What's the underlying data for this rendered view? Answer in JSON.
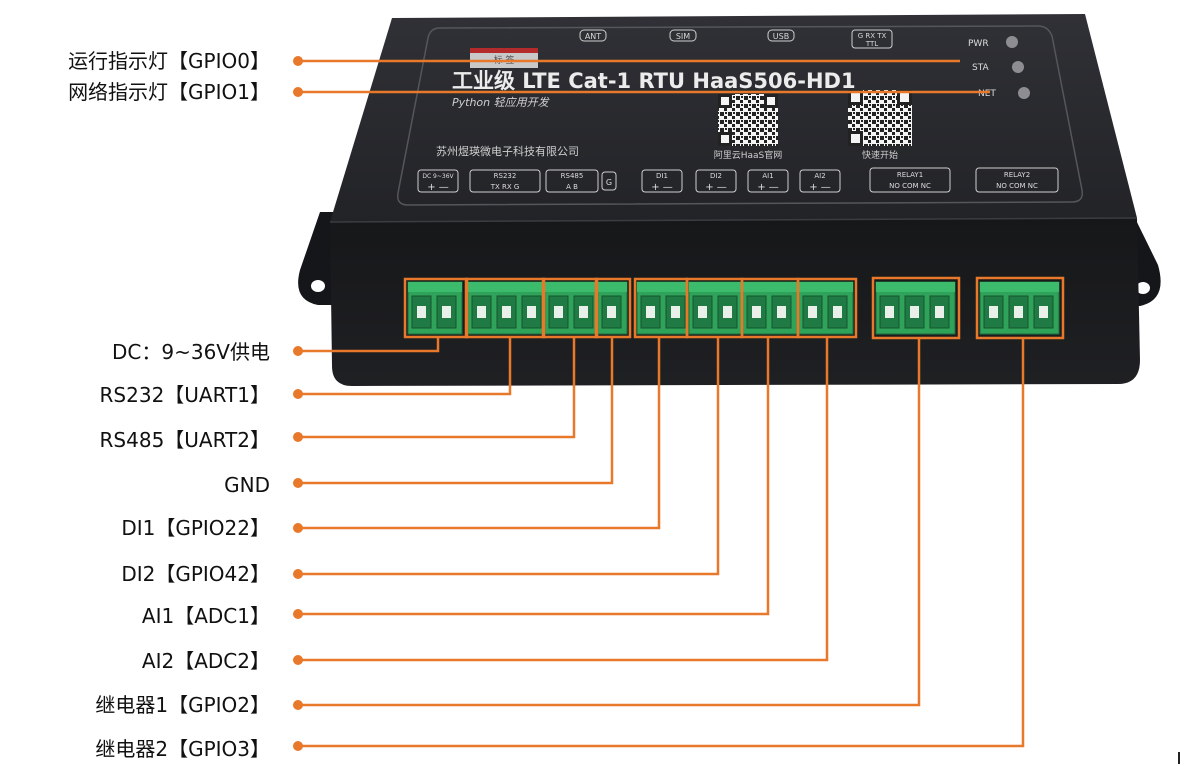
{
  "device": {
    "product_name": "工业级 LTE Cat-1 RTU HaaS506-HD1",
    "subtitle": "Python 轻应用开发",
    "manufacturer": "苏州煜瑛微电子科技有限公司",
    "qr_labels": [
      "阿里云HaaS官网",
      "快速开始"
    ],
    "small_sticker": "标 签",
    "top_ports": [
      "ANT",
      "SIM",
      "USB"
    ],
    "ttl_port": {
      "pins": "G  RX  TX",
      "name": "TTL"
    },
    "status_leds": [
      "PWR",
      "STA",
      "NET"
    ],
    "terminal_groups": [
      {
        "name": "DC 9~36V",
        "pins": "+  —"
      },
      {
        "name": "RS232",
        "pins": "TX  RX  G"
      },
      {
        "name": "RS485",
        "pins": "A   B"
      },
      {
        "name": "",
        "pins": "G"
      },
      {
        "name": "DI1",
        "pins": "+ —"
      },
      {
        "name": "DI2",
        "pins": "+ —"
      },
      {
        "name": "AI1",
        "pins": "+ —"
      },
      {
        "name": "AI2",
        "pins": "+ —"
      },
      {
        "name": "RELAY1",
        "pins": "NO COM NC"
      },
      {
        "name": "RELAY2",
        "pins": "NO COM NC"
      }
    ]
  },
  "callouts": [
    {
      "id": "run-led",
      "label": "运行指示灯【GPIO0】"
    },
    {
      "id": "net-led",
      "label": "网络指示灯【GPIO1】"
    },
    {
      "id": "dc-power",
      "label": "DC：9~36V供电"
    },
    {
      "id": "rs232",
      "label": "RS232【UART1】"
    },
    {
      "id": "rs485",
      "label": "RS485【UART2】"
    },
    {
      "id": "gnd",
      "label": "GND"
    },
    {
      "id": "di1",
      "label": "DI1【GPIO22】"
    },
    {
      "id": "di2",
      "label": "DI2【GPIO42】"
    },
    {
      "id": "ai1",
      "label": "AI1【ADC1】"
    },
    {
      "id": "ai2",
      "label": "AI2【ADC2】"
    },
    {
      "id": "relay1",
      "label": "继电器1【GPIO2】"
    },
    {
      "id": "relay2",
      "label": "继电器2【GPIO3】"
    }
  ],
  "colors": {
    "leader_line": "#e8782a",
    "highlight_box": "#e8782a",
    "device_body": "#1e1f22",
    "device_top": "#2a2b2f",
    "terminal_green": "#2fa35a",
    "print_white": "#e8e8e8"
  }
}
